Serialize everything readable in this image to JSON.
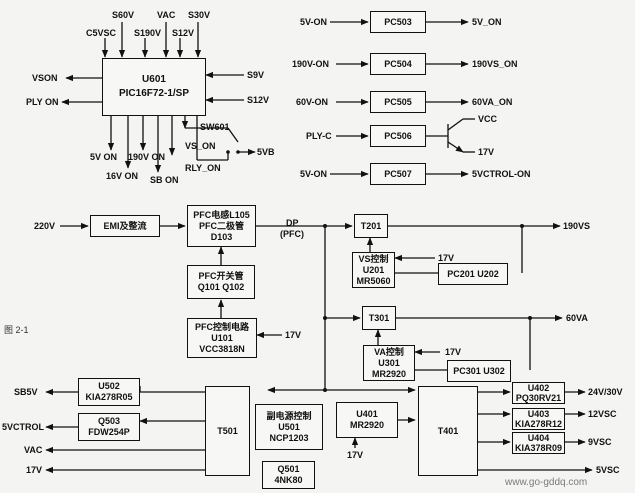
{
  "figure_label": "图 2-1",
  "watermark": "www.go-gddq.com",
  "mcu": {
    "name": "U601",
    "part": "PIC16F72-1/SP",
    "top_pins": [
      "S60V",
      "VAC",
      "S30V",
      "C5VSC",
      "S190V",
      "S12V"
    ],
    "left_pins": [
      "VSON",
      "PLY ON"
    ],
    "right_pins": [
      "S9V",
      "S12V"
    ],
    "bottom_pins": [
      "5V ON",
      "190V ON",
      "16V ON",
      "SB ON",
      "VS_ON",
      "RLY_ON"
    ],
    "switch": "SW601",
    "switch_out": "5VB"
  },
  "optocouplers": [
    {
      "name": "PC503",
      "in": "5V-ON",
      "out": "5V_ON"
    },
    {
      "name": "PC504",
      "in": "190V-ON",
      "out": "190VS_ON"
    },
    {
      "name": "PC505",
      "in": "60V-ON",
      "out": "60VA_ON"
    },
    {
      "name": "PC506",
      "in": "PLY-C",
      "out_top": "VCC",
      "out_bottom": "17V"
    },
    {
      "name": "PC507",
      "in": "5V-ON",
      "out": "5VCTROL-ON"
    }
  ],
  "blocks": {
    "emi": "EMI及整流",
    "pfc": [
      "PFC电感L105",
      "PFC二极管",
      "D103"
    ],
    "pfc_switch": [
      "PFC开关管",
      "Q101  Q102"
    ],
    "pfc_ctrl": [
      "PFC控制电路",
      "U101",
      "VCC3818N"
    ],
    "t201": "T201",
    "t301": "T301",
    "vs_ctrl": [
      "VS控制",
      "U201",
      "MR5060"
    ],
    "va_ctrl": [
      "VA控制",
      "U301",
      "MR2920"
    ],
    "pc201": "PC201 U202",
    "pc301": "PC301 U302",
    "u502": [
      "U502",
      "KIA278R05"
    ],
    "q503": [
      "Q503",
      "FDW254P"
    ],
    "t501": "T501",
    "u501": [
      "副电源控制",
      "U501",
      "NCP1203"
    ],
    "q501": [
      "Q501",
      "4NK80"
    ],
    "u401": [
      "U401",
      "MR2920"
    ],
    "t401": "T401",
    "u402": [
      "U402",
      "PQ30RV21"
    ],
    "u403": [
      "U403",
      "KIA278R12"
    ],
    "u404": [
      "U404",
      "KIA378R09"
    ]
  },
  "labels": {
    "v220": "220V",
    "dp": "DP",
    "pfc_node": "(PFC)",
    "out_190vs": "190VS",
    "out_60va": "60VA",
    "v17_pfc": "17V",
    "v17_vs": "17V",
    "v17_va": "17V",
    "v17_u401": "17V",
    "sb5v": "SB5V",
    "vctrol": "5VCTROL",
    "vac": "VAC",
    "v17_out": "17V",
    "out_24_30": "24V/30V",
    "out_12vsc": "12VSC",
    "out_9vsc": "9VSC",
    "out_5vsc": "5VSC"
  }
}
